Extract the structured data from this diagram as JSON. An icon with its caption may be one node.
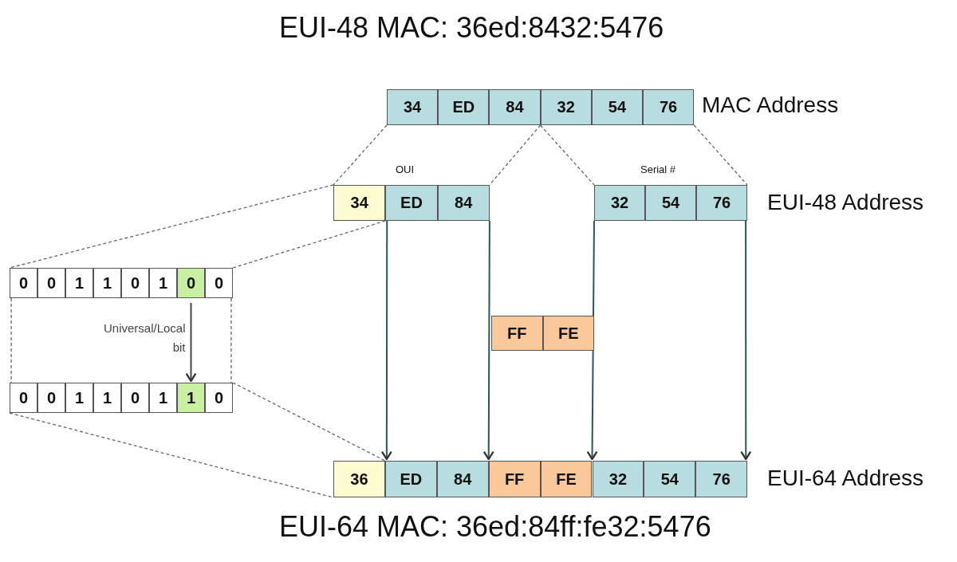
{
  "diagram": {
    "title": "EUI-48 MAC: 36ed:8432:5476",
    "caption": "EUI-64 MAC: 36ed:84ff:fe32:5476",
    "nodes": [
      {
        "text": [
          "34"
        ]
      },
      {
        "text": [
          "ED"
        ]
      },
      {
        "text": [
          "84"
        ]
      },
      {
        "text": [
          "32"
        ]
      },
      {
        "text": [
          "54"
        ]
      },
      {
        "text": [
          "76"
        ]
      },
      {
        "text": [
          "34"
        ]
      },
      {
        "text": [
          "ED"
        ]
      },
      {
        "text": [
          "84"
        ]
      },
      {
        "text": [
          "32"
        ]
      },
      {
        "text": [
          "54"
        ]
      },
      {
        "text": [
          "76"
        ]
      },
      {
        "text": [
          "0"
        ]
      },
      {
        "text": [
          "0"
        ]
      },
      {
        "text": [
          "1"
        ]
      },
      {
        "text": [
          "1"
        ]
      },
      {
        "text": [
          "0"
        ]
      },
      {
        "text": [
          "1"
        ]
      },
      {
        "text": [
          "0"
        ]
      },
      {
        "text": [
          "0"
        ]
      },
      {
        "text": [
          "0"
        ]
      },
      {
        "text": [
          "0"
        ]
      },
      {
        "text": [
          "1"
        ]
      },
      {
        "text": [
          "1"
        ]
      },
      {
        "text": [
          "0"
        ]
      },
      {
        "text": [
          "1"
        ]
      },
      {
        "text": [
          "1"
        ]
      },
      {
        "text": [
          "0"
        ]
      },
      {
        "text": [
          "FF"
        ]
      },
      {
        "text": [
          "FE"
        ]
      },
      {
        "text": [
          "36"
        ]
      },
      {
        "text": [
          "ED"
        ]
      },
      {
        "text": [
          "84"
        ]
      },
      {
        "text": [
          "FF"
        ]
      },
      {
        "text": [
          "FE"
        ]
      },
      {
        "text": [
          "32"
        ]
      },
      {
        "text": [
          "54"
        ]
      },
      {
        "text": [
          "76"
        ]
      }
    ],
    "edges": [
      {
        "from": 0,
        "to": 6,
        "arrow": "none",
        "style": "dashed"
      },
      {
        "from": 2,
        "to": 8,
        "arrow": "none",
        "style": "dashed"
      },
      {
        "from": 3,
        "to": 9,
        "arrow": "none",
        "style": "dashed"
      },
      {
        "from": 5,
        "to": 11,
        "arrow": "none",
        "style": "dashed"
      },
      {
        "from": 6,
        "to": 12,
        "arrow": "none",
        "style": "dashed"
      },
      {
        "from": 6,
        "to": 19,
        "arrow": "none",
        "style": "dashed"
      },
      {
        "from": 12,
        "to": 20,
        "arrow": "none",
        "style": "dashed"
      },
      {
        "from": 19,
        "to": 27,
        "arrow": "none",
        "style": "dashed"
      },
      {
        "from": 18,
        "to": 26,
        "arrow": "to",
        "label": "Universal/Local bit"
      },
      {
        "from": 20,
        "to": 30,
        "arrow": "none",
        "style": "dashed"
      },
      {
        "from": 27,
        "to": 30,
        "arrow": "none",
        "style": "dashed"
      },
      {
        "from": 7,
        "to": 31,
        "arrow": "to"
      },
      {
        "from": 8,
        "to": 32,
        "arrow": "to"
      },
      {
        "from": 9,
        "to": 35,
        "arrow": "to"
      },
      {
        "from": 11,
        "to": 37,
        "arrow": "to"
      }
    ],
    "labels": [
      "MAC Address",
      "OUI",
      "Serial #",
      "EUI-48 Address",
      "EUI-64 Address"
    ]
  }
}
